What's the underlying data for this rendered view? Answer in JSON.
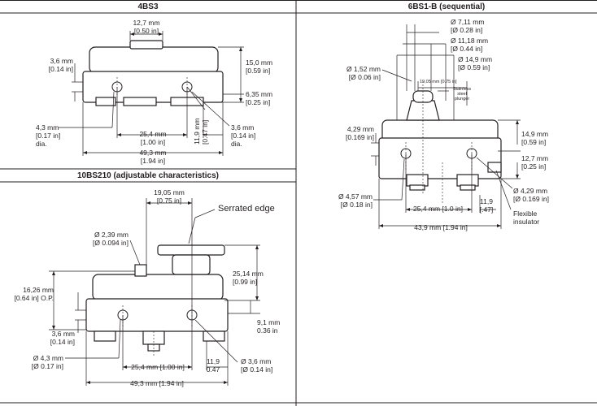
{
  "sections": {
    "top_left_title": "4BS3",
    "top_right_title": "6BS1-B (sequential)",
    "bottom_left_title": "10BS210 (adjustable characteristics)"
  },
  "bs3": {
    "d_width_top": "12,7 mm",
    "d_width_top_in": "[0.50 in]",
    "d_height": "15,0 mm",
    "d_height_in": "[0.59 in]",
    "d_left": "3,6 mm",
    "d_left_in": "[0.14 in]",
    "d_bottom_right": "6,35 mm",
    "d_bottom_right_in": "[0.25 in]",
    "d_hole_left": "4,3 mm",
    "d_hole_left_in": "[0.17 in]",
    "d_hole_left_dia": "dia.",
    "d_spacing": "25,4 mm",
    "d_spacing_in": "[1.00 in]",
    "d_vertical": "11,9 mm",
    "d_vertical_in": "[0.47 in]",
    "d_hole_right": "3,6 mm",
    "d_hole_right_in": "[0.14 in]",
    "d_hole_right_dia": "dia.",
    "d_total": "49,3 mm",
    "d_total_in": "[1.94 in]"
  },
  "bs1b": {
    "d1": "Ø 7,11 mm",
    "d1_in": "[Ø 0.28 in]",
    "d2": "Ø 11,18 mm",
    "d2_in": "[Ø 0.44 in]",
    "d3": "Ø 14,9 mm",
    "d3_in": "[Ø 0.59 in]",
    "d_pin": "Ø 1,52 mm",
    "d_pin_in": "[Ø 0.06 in]",
    "d_plunger_dim": "19,05 mm [0.75 in]",
    "plunger_note_1": "Stainless",
    "plunger_note_2": "steel",
    "plunger_note_3": "plunger",
    "d_left": "4,29 mm",
    "d_left_in": "[0.169 in]",
    "d_right_h": "14,9 mm",
    "d_right_h_in": "[0.59 in]",
    "d_right_b": "12,7 mm",
    "d_right_b_in": "[0.25 in]",
    "d_hole_left": "Ø 4,57 mm",
    "d_hole_left_in": "[Ø 0.18 in]",
    "d_spacing": "25,4 mm [1.0 in]",
    "d_small": "11,9",
    "d_small_in": "[.47]",
    "d_hole_right": "Ø 4,29 mm",
    "d_hole_right_in": "[Ø 0.169 in]",
    "flex_1": "Flexible",
    "flex_2": "insulator",
    "d_total": "43,9 mm [1.94 in]"
  },
  "bs210": {
    "d_top": "19,05 mm",
    "d_top_in": "[0.75 in]",
    "serrated": "Serrated edge",
    "d_pin": "Ø 2,39 mm",
    "d_pin_in": "[Ø 0.094 in]",
    "d_height": "25,14 mm",
    "d_height_in": "[0.99 in]",
    "d_op": "16,26 mm",
    "d_op_in": "[0.64 in] O.P.",
    "d_right": "9,1 mm",
    "d_right_in": "0.36 in",
    "d_left": "3,6 mm",
    "d_left_in": "[0.14 in]",
    "d_hole_left": "Ø 4,3 mm",
    "d_hole_left_in": "[Ø 0.17 in]",
    "d_spacing": "25,4 mm [1.00 in]",
    "d_small": "11,9",
    "d_small_in": "0.47",
    "d_hole_right": "Ø 3,6 mm",
    "d_hole_right_in": "[Ø 0.14 in]",
    "d_total": "49,3 mm [1.94 in]"
  }
}
